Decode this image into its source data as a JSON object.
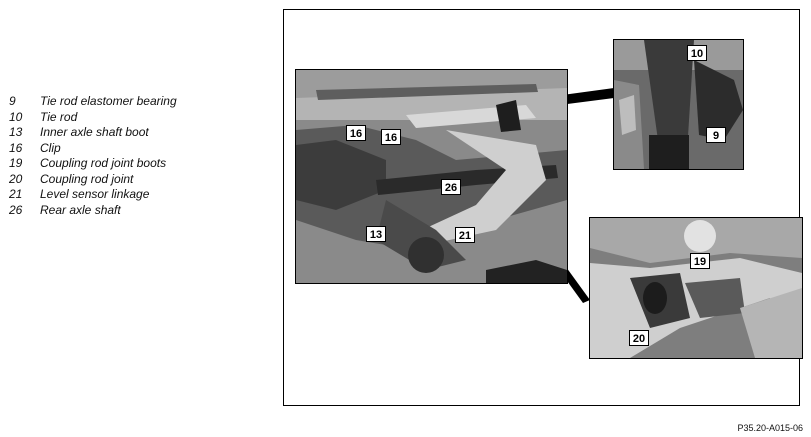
{
  "legend": [
    {
      "num": "9",
      "label": "Tie rod elastomer bearing"
    },
    {
      "num": "10",
      "label": "Tie rod"
    },
    {
      "num": "13",
      "label": "Inner axle shaft boot"
    },
    {
      "num": "16",
      "label": "Clip"
    },
    {
      "num": "19",
      "label": "Coupling rod joint boots"
    },
    {
      "num": "20",
      "label": "Coupling rod joint"
    },
    {
      "num": "21",
      "label": "Level sensor linkage"
    },
    {
      "num": "26",
      "label": "Rear axle shaft"
    }
  ],
  "figure": {
    "main_callouts": [
      "16",
      "16",
      "26",
      "13",
      "21"
    ],
    "detail_top_callouts": [
      "10",
      "9"
    ],
    "detail_bottom_callouts": [
      "19",
      "20"
    ],
    "figure_code": "P35.20-A015-06"
  },
  "colors": {
    "photo_dark": "#3a3a3a",
    "photo_mid": "#7a7a7a",
    "photo_light": "#c8c8c8"
  }
}
